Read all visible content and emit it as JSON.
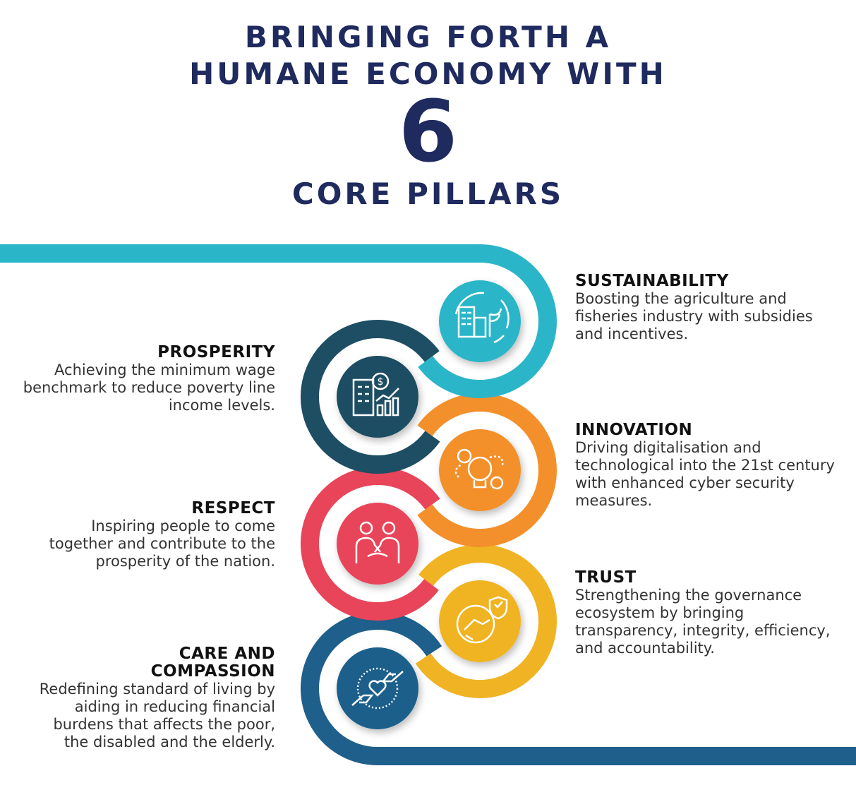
{
  "title": {
    "line1": "BRINGING FORTH A",
    "line2": "HUMANE ECONOMY WITH",
    "number": "6",
    "line3": "CORE PILLARS"
  },
  "pillars": [
    {
      "name": "SUSTAINABILITY",
      "text": "Boosting the agriculture and fisheries industry with subsidies and incentives.",
      "color": "#2bb5c8",
      "icon": "green-city-cycle-icon"
    },
    {
      "name": "PROSPERITY",
      "text": "Achieving the minimum wage benchmark to reduce poverty line income levels.",
      "color": "#1d4e63",
      "icon": "building-money-growth-icon"
    },
    {
      "name": "INNOVATION",
      "text": "Driving digitalisation and technological into the 21st century with enhanced cyber security measures.",
      "color": "#f3902b",
      "icon": "lightbulb-gears-icon"
    },
    {
      "name": "RESPECT",
      "text": "Inspiring people to come together and contribute to the prosperity of the nation.",
      "color": "#e8445a",
      "icon": "people-handshake-icon"
    },
    {
      "name": "TRUST",
      "text": "Strengthening the governance ecosystem by bringing transparency, integrity, efficiency, and accountability.",
      "color": "#f0b323",
      "icon": "handshake-shield-icon"
    },
    {
      "name": "CARE AND COMPASSION",
      "text": "Redefining standard of living by aiding in reducing financial burdens that affects the poor, the disabled and the elderly.",
      "color": "#1f5f8b",
      "icon": "hands-heart-icon"
    }
  ]
}
